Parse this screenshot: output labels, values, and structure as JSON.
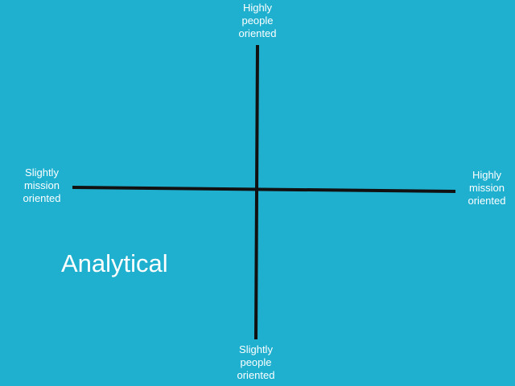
{
  "colors": {
    "background": "#1fb0d0",
    "axis": "#111111",
    "text": "#ffffff"
  },
  "labels": {
    "top": [
      "Highly",
      "people",
      "oriented"
    ],
    "bottom": [
      "Slightly",
      "people",
      "oriented"
    ],
    "left": [
      "Slightly",
      "mission",
      "oriented"
    ],
    "right": [
      "Highly",
      "mission",
      "oriented"
    ]
  },
  "quadrant_label": "Analytical"
}
